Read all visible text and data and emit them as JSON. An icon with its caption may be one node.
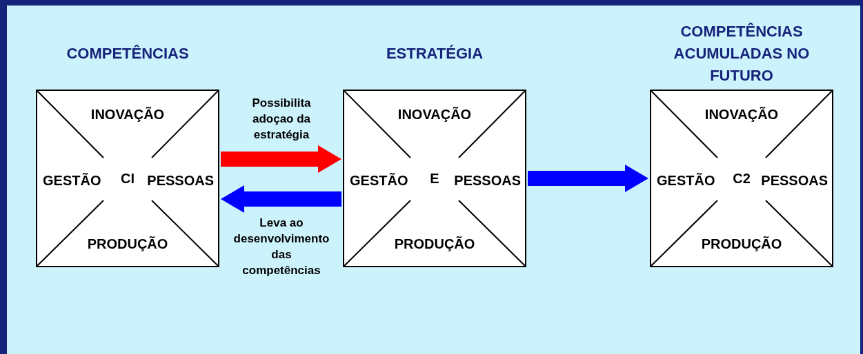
{
  "diagram": {
    "nodes": [
      {
        "text": [
          "COMPETÊNCIAS",
          "INOVAÇÃO",
          "GESTÃO",
          "CI",
          "PESSOAS",
          "PRODUÇÃO"
        ]
      },
      {
        "text": [
          "ESTRATÉGIA",
          "INOVAÇÃO",
          "GESTÃO",
          "E",
          "PESSOAS",
          "PRODUÇÃO"
        ]
      },
      {
        "text": [
          "COMPETÊNCIAS ACUMULADAS NO FUTURO",
          "INOVAÇÃO",
          "GESTÃO",
          "C2",
          "PESSOAS",
          "PRODUÇÃO"
        ]
      }
    ],
    "edges": [
      {
        "from": 0,
        "to": 1,
        "arrow": "to",
        "label": "Possibilita adoçao da estratégia",
        "color": "#ff0000"
      },
      {
        "from": 1,
        "to": 0,
        "arrow": "to",
        "label": "Leva ao desenvolvimento das competências"
      },
      {
        "from": 1,
        "to": 2,
        "arrow": "to"
      }
    ]
  }
}
